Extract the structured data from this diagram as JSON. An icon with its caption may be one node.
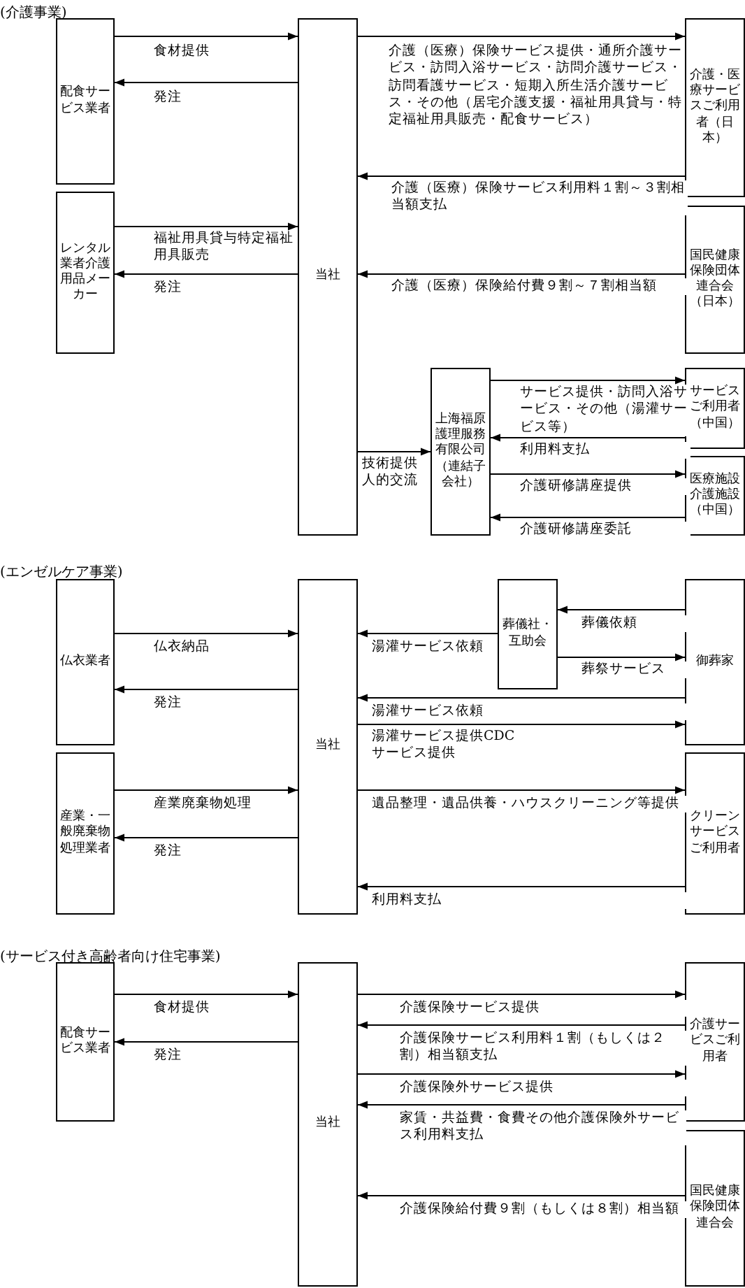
{
  "diagram": {
    "nodes": [
      {
        "text": [
          "配食サービス業者"
        ]
      },
      {
        "text": [
          "レンタル業者介護用品メーカー"
        ]
      },
      {
        "text": [
          "当社"
        ]
      },
      {
        "text": [
          "介護・医療サービスご利用者（日本）"
        ]
      },
      {
        "text": [
          "国民健康保険団体連合会（日本）"
        ]
      },
      {
        "text": [
          "上海福原護理服務有限公司（連結子会社）"
        ]
      },
      {
        "text": [
          "サービスご利用者（中国）"
        ]
      },
      {
        "text": [
          "医療施設介護施設（中国）"
        ]
      },
      {
        "text": [
          "仏衣業者"
        ]
      },
      {
        "text": [
          "当社"
        ]
      },
      {
        "text": [
          "葬儀社・互助会"
        ]
      },
      {
        "text": [
          "御葬家"
        ]
      },
      {
        "text": [
          "産業・一般廃棄物処理業者"
        ]
      },
      {
        "text": [
          "クリーンサービスご利用者"
        ]
      },
      {
        "text": [
          "配食サービス業者"
        ]
      },
      {
        "text": [
          "当社"
        ]
      },
      {
        "text": [
          "介護サービスご利用者"
        ]
      },
      {
        "text": [
          "国民健康保険団体連合会"
        ]
      }
    ],
    "edges": [
      {
        "from": 0,
        "to": 2,
        "arrow": "to",
        "label": "食材提供"
      },
      {
        "from": 2,
        "to": 0,
        "arrow": "to",
        "label": "発注"
      },
      {
        "from": 2,
        "to": 3,
        "arrow": "to",
        "label": "介護（医療）保険サービス提供・通所介護サービス・訪問入浴サービス・訪問介護サービス・訪問看護サービス・短期入所生活介護サービス・その他（居宅介護支援・福祉用具貸与・特定福祉用具販売・配食サービス）"
      },
      {
        "from": 3,
        "to": 2,
        "arrow": "to",
        "label": "介護（医療）保険サービス利用料１割～３割相当額支払"
      },
      {
        "from": 1,
        "to": 2,
        "arrow": "to",
        "label": "福祉用具貸与特定福祉用具販売"
      },
      {
        "from": 2,
        "to": 1,
        "arrow": "to",
        "label": "発注"
      },
      {
        "from": 4,
        "to": 2,
        "arrow": "to",
        "label": "介護（医療）保険給付費９割～７割相当額"
      },
      {
        "from": 2,
        "to": 5,
        "arrow": "to",
        "label": "技術提供人的交流"
      },
      {
        "from": 5,
        "to": 6,
        "arrow": "to",
        "label": "サービス提供・訪問入浴サービス・その他（湯灌サービス等）"
      },
      {
        "from": 6,
        "to": 5,
        "arrow": "to",
        "label": "利用料支払"
      },
      {
        "from": 5,
        "to": 7,
        "arrow": "to",
        "label": "介護研修講座提供"
      },
      {
        "from": 7,
        "to": 5,
        "arrow": "to",
        "label": "介護研修講座委託"
      },
      {
        "from": 8,
        "to": 9,
        "arrow": "to",
        "label": "仏衣納品"
      },
      {
        "from": 9,
        "to": 8,
        "arrow": "to",
        "label": "発注"
      },
      {
        "from": 10,
        "to": 9,
        "arrow": "to",
        "label": "湯灌サービス依頼"
      },
      {
        "from": 11,
        "to": 10,
        "arrow": "to",
        "label": "葬儀依頼"
      },
      {
        "from": 10,
        "to": 11,
        "arrow": "to",
        "label": "葬祭サービス"
      },
      {
        "from": 11,
        "to": 9,
        "arrow": "to",
        "label": "湯灌サービス依頼"
      },
      {
        "from": 9,
        "to": 11,
        "arrow": "to",
        "label": "湯灌サービス提供CDCサービス提供"
      },
      {
        "from": 12,
        "to": 9,
        "arrow": "to",
        "label": "産業廃棄物処理"
      },
      {
        "from": 9,
        "to": 12,
        "arrow": "to",
        "label": "発注"
      },
      {
        "from": 9,
        "to": 13,
        "arrow": "to",
        "label": "遺品整理・遺品供養・ハウスクリーニング等提供"
      },
      {
        "from": 13,
        "to": 9,
        "arrow": "to",
        "label": "利用料支払"
      },
      {
        "from": 14,
        "to": 15,
        "arrow": "to",
        "label": "食材提供"
      },
      {
        "from": 15,
        "to": 14,
        "arrow": "to",
        "label": "発注"
      },
      {
        "from": 15,
        "to": 16,
        "arrow": "to",
        "label": "介護保険サービス提供"
      },
      {
        "from": 16,
        "to": 15,
        "arrow": "to",
        "label": "介護保険サービス利用料１割（もしくは２割）相当額支払"
      },
      {
        "from": 15,
        "to": 16,
        "arrow": "to",
        "label": "介護保険外サービス提供"
      },
      {
        "from": 16,
        "to": 15,
        "arrow": "to",
        "label": "家賃・共益費・食費その他介護保険外サービス利用料支払"
      },
      {
        "from": 17,
        "to": 15,
        "arrow": "to",
        "label": "介護保険給付費９割（もしくは８割）相当額"
      }
    ],
    "labels": [
      "(介護事業)",
      "(エンゼルケア事業)",
      "(サービス付き高齢者向け住宅事業)"
    ]
  }
}
